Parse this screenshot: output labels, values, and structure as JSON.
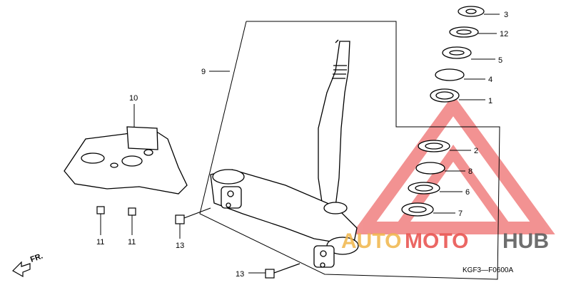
{
  "diagram": {
    "callouts": {
      "c3": "3",
      "c12": "12",
      "c5": "5",
      "c4": "4",
      "c1": "1",
      "c2": "2",
      "c8": "8",
      "c6": "6",
      "c7": "7",
      "c9": "9",
      "c10": "10",
      "c11a": "11",
      "c11b": "11",
      "c13a": "13",
      "c13b": "13"
    },
    "direction_label": "FR.",
    "diagram_code": "KGF3—F0600A"
  },
  "watermark": {
    "part1": "AUTO",
    "part2": "MOTO",
    "part3": "HUB",
    "colors": {
      "auto": "#f0b64a",
      "moto": "#e84d4a",
      "hub": "#555555",
      "triangle": "#e83a3a"
    }
  }
}
